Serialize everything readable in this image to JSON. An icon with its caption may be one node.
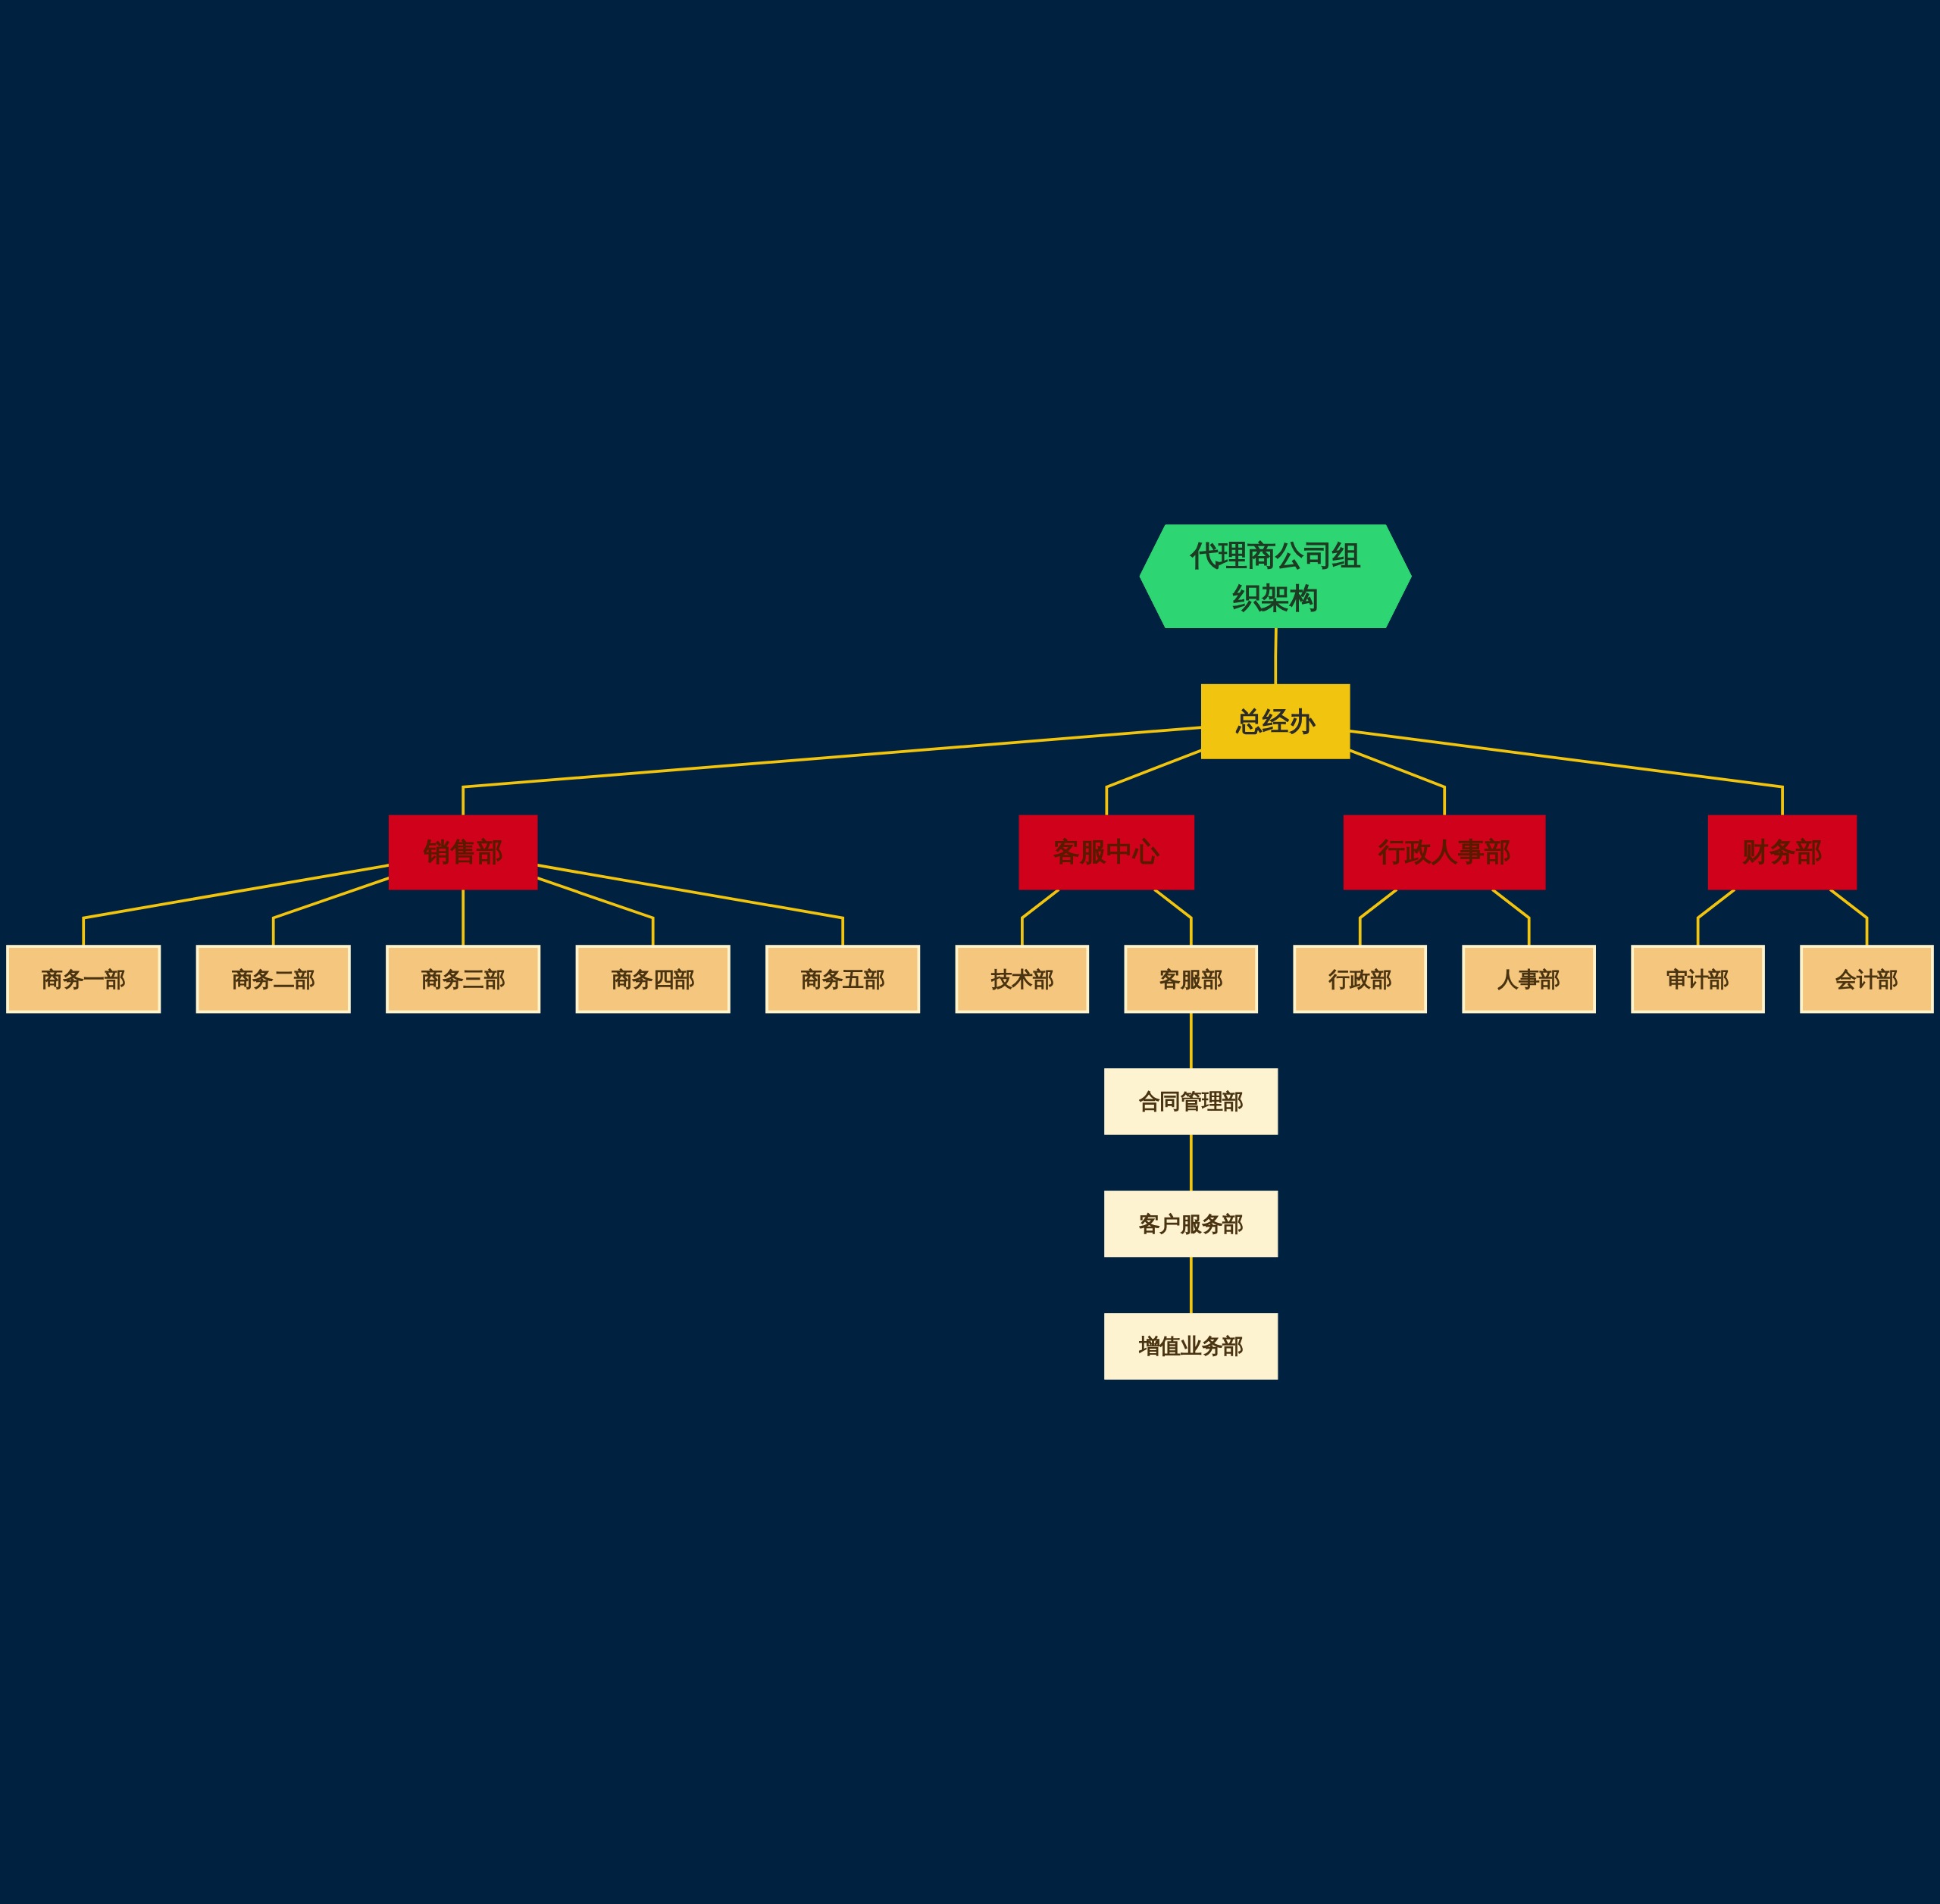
{
  "diagram": {
    "nodes": [
      {
        "text": [
          "代理商公司组织架构"
        ]
      },
      {
        "text": [
          "总经办"
        ]
      },
      {
        "text": [
          "销售部"
        ]
      },
      {
        "text": [
          "客服中心"
        ]
      },
      {
        "text": [
          "行政人事部"
        ]
      },
      {
        "text": [
          "财务部"
        ]
      },
      {
        "text": [
          "商务一部"
        ]
      },
      {
        "text": [
          "商务二部"
        ]
      },
      {
        "text": [
          "商务三部"
        ]
      },
      {
        "text": [
          "商务四部"
        ]
      },
      {
        "text": [
          "商务五部"
        ]
      },
      {
        "text": [
          "技术部"
        ]
      },
      {
        "text": [
          "客服部"
        ]
      },
      {
        "text": [
          "行政部"
        ]
      },
      {
        "text": [
          "人事部"
        ]
      },
      {
        "text": [
          "审计部"
        ]
      },
      {
        "text": [
          "会计部"
        ]
      },
      {
        "text": [
          "合同管理部"
        ]
      },
      {
        "text": [
          "客户服务部"
        ]
      },
      {
        "text": [
          "增值业务部"
        ]
      }
    ],
    "edges": [
      {
        "from": 0,
        "to": 1,
        "arrow": "none"
      },
      {
        "from": 1,
        "to": 2,
        "arrow": "none"
      },
      {
        "from": 1,
        "to": 3,
        "arrow": "none"
      },
      {
        "from": 1,
        "to": 4,
        "arrow": "none"
      },
      {
        "from": 1,
        "to": 5,
        "arrow": "none"
      },
      {
        "from": 2,
        "to": 6,
        "arrow": "none"
      },
      {
        "from": 2,
        "to": 7,
        "arrow": "none"
      },
      {
        "from": 2,
        "to": 8,
        "arrow": "none"
      },
      {
        "from": 2,
        "to": 9,
        "arrow": "none"
      },
      {
        "from": 2,
        "to": 10,
        "arrow": "none"
      },
      {
        "from": 3,
        "to": 11,
        "arrow": "none"
      },
      {
        "from": 3,
        "to": 12,
        "arrow": "none"
      },
      {
        "from": 4,
        "to": 13,
        "arrow": "none"
      },
      {
        "from": 4,
        "to": 14,
        "arrow": "none"
      },
      {
        "from": 5,
        "to": 15,
        "arrow": "none"
      },
      {
        "from": 5,
        "to": 16,
        "arrow": "none"
      },
      {
        "from": 12,
        "to": 17,
        "arrow": "none"
      },
      {
        "from": 17,
        "to": 18,
        "arrow": "none"
      },
      {
        "from": 18,
        "to": 19,
        "arrow": "none"
      }
    ]
  }
}
